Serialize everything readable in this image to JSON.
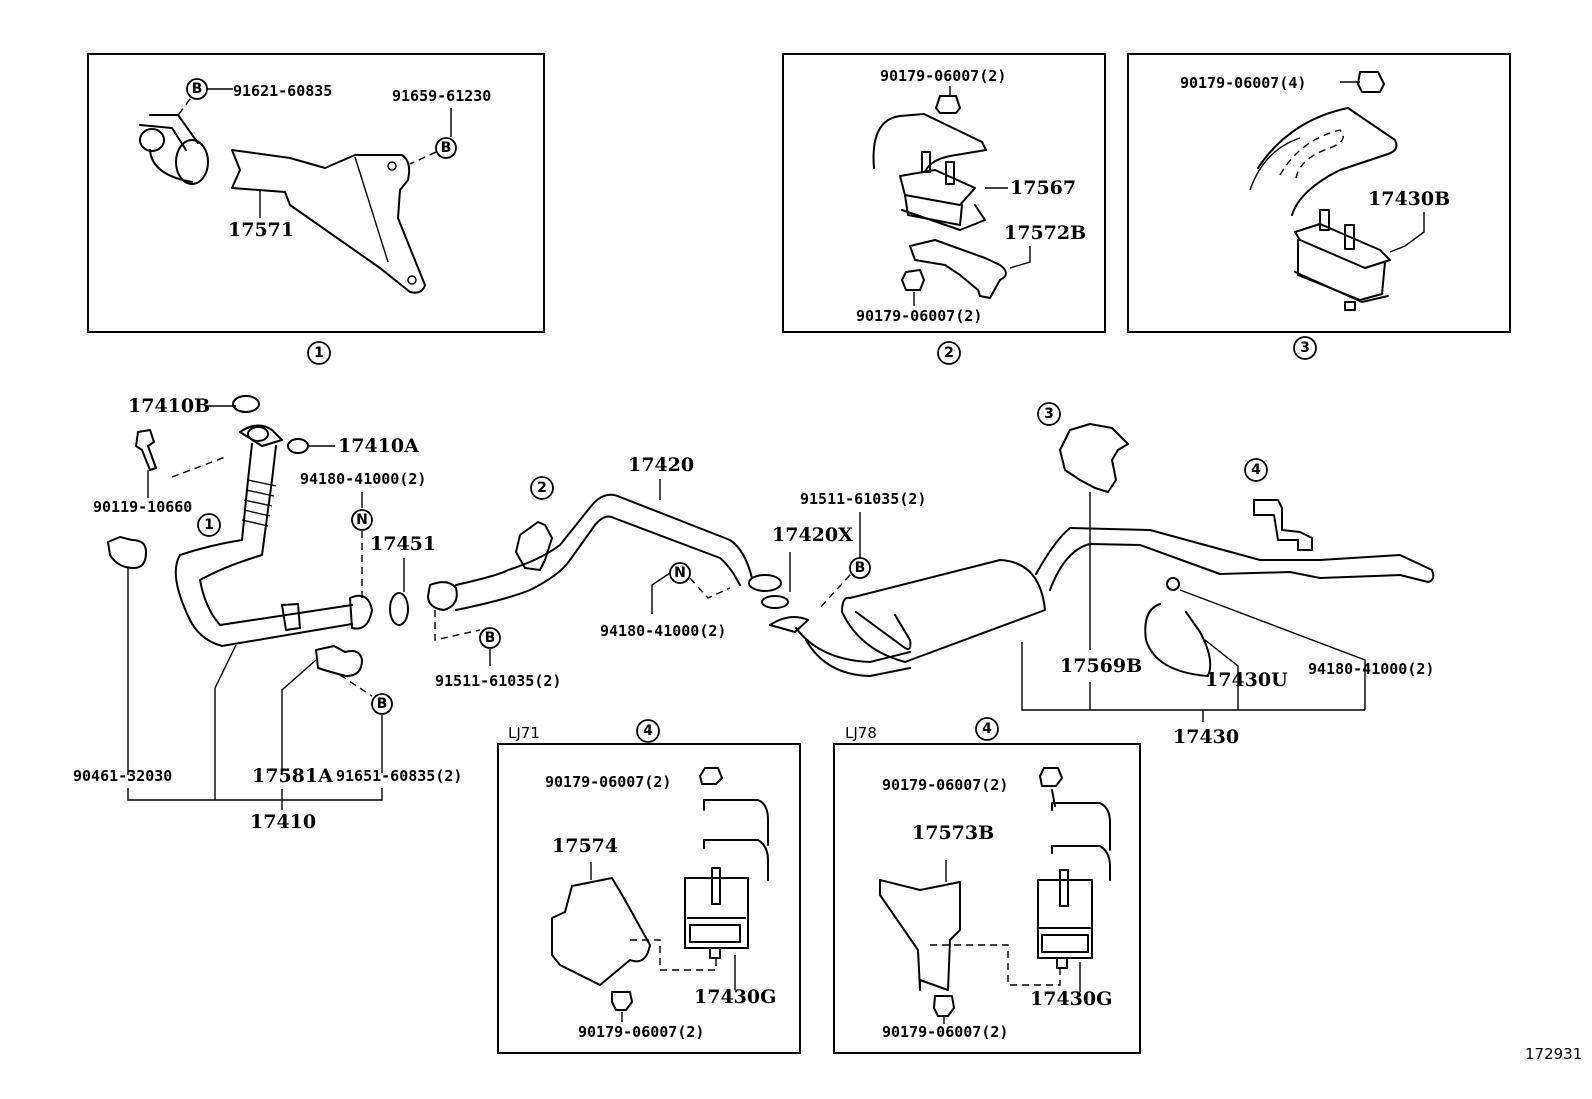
{
  "figure_id": "172931",
  "callouts": {
    "bolt_symbol": "B",
    "nut_symbol": "N",
    "detail_1": "1",
    "detail_2": "2",
    "detail_3": "3",
    "detail_4": "4"
  },
  "detail_1": {
    "clamp_bolt": "91621-60835",
    "bracket_bolt": "91659-61230",
    "bracket": "17571"
  },
  "detail_2": {
    "nut_top": "90179-06007(2)",
    "mount": "17567",
    "bracket": "17572B",
    "nut_bottom": "90179-06007(2)"
  },
  "detail_3": {
    "nut": "90179-06007(4)",
    "mount": "17430B"
  },
  "detail_4_lj71": {
    "model": "LJ71",
    "nut_top": "90179-06007(2)",
    "bracket": "17574",
    "mount": "17430G",
    "nut_bottom": "90179-06007(2)"
  },
  "detail_4_lj78": {
    "model": "LJ78",
    "nut_top": "90179-06007(2)",
    "bracket": "17573B",
    "mount": "17430G",
    "nut_bottom": "90179-06007(2)"
  },
  "front_pipe": {
    "gasket_b": "17410B",
    "gasket_a": "17410A",
    "stud_bolt": "90119-10660",
    "nut": "94180-41000(2)",
    "gasket": "17451",
    "clamp": "90461-32030",
    "support": "17581A",
    "bolt": "91651-60835(2)",
    "assembly": "17410"
  },
  "center_pipe": {
    "pipe": "17420",
    "bolt_front": "91511-61035(2)",
    "nut": "94180-41000(2)",
    "gasket": "17420X",
    "bolt_rear": "91511-61035(2)"
  },
  "tail_pipe": {
    "hanger": "17569B",
    "clamp": "17430U",
    "nut": "94180-41000(2)",
    "assembly": "17430"
  }
}
